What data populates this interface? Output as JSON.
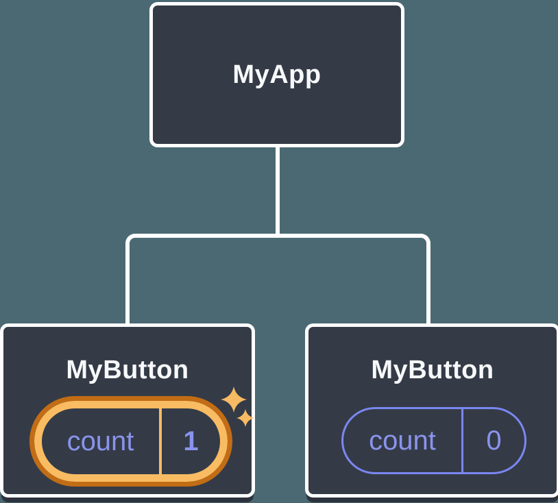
{
  "diagram": {
    "background_color": "#4a6973",
    "root": {
      "label": "MyApp"
    },
    "children": [
      {
        "label": "MyButton",
        "state": {
          "name": "count",
          "value": "1"
        },
        "highlighted": true
      },
      {
        "label": "MyButton",
        "state": {
          "name": "count",
          "value": "0"
        },
        "highlighted": false
      }
    ],
    "colors": {
      "node_fill": "#343b47",
      "node_border": "#ffffff",
      "connector": "#ffffff",
      "state_text": "#8a94ec",
      "state_pill_border": "#7b87f0",
      "highlight_ring_outer": "#c26d15",
      "highlight_ring_inner": "#f9bc62",
      "sparkle": "#f8bb63"
    }
  }
}
